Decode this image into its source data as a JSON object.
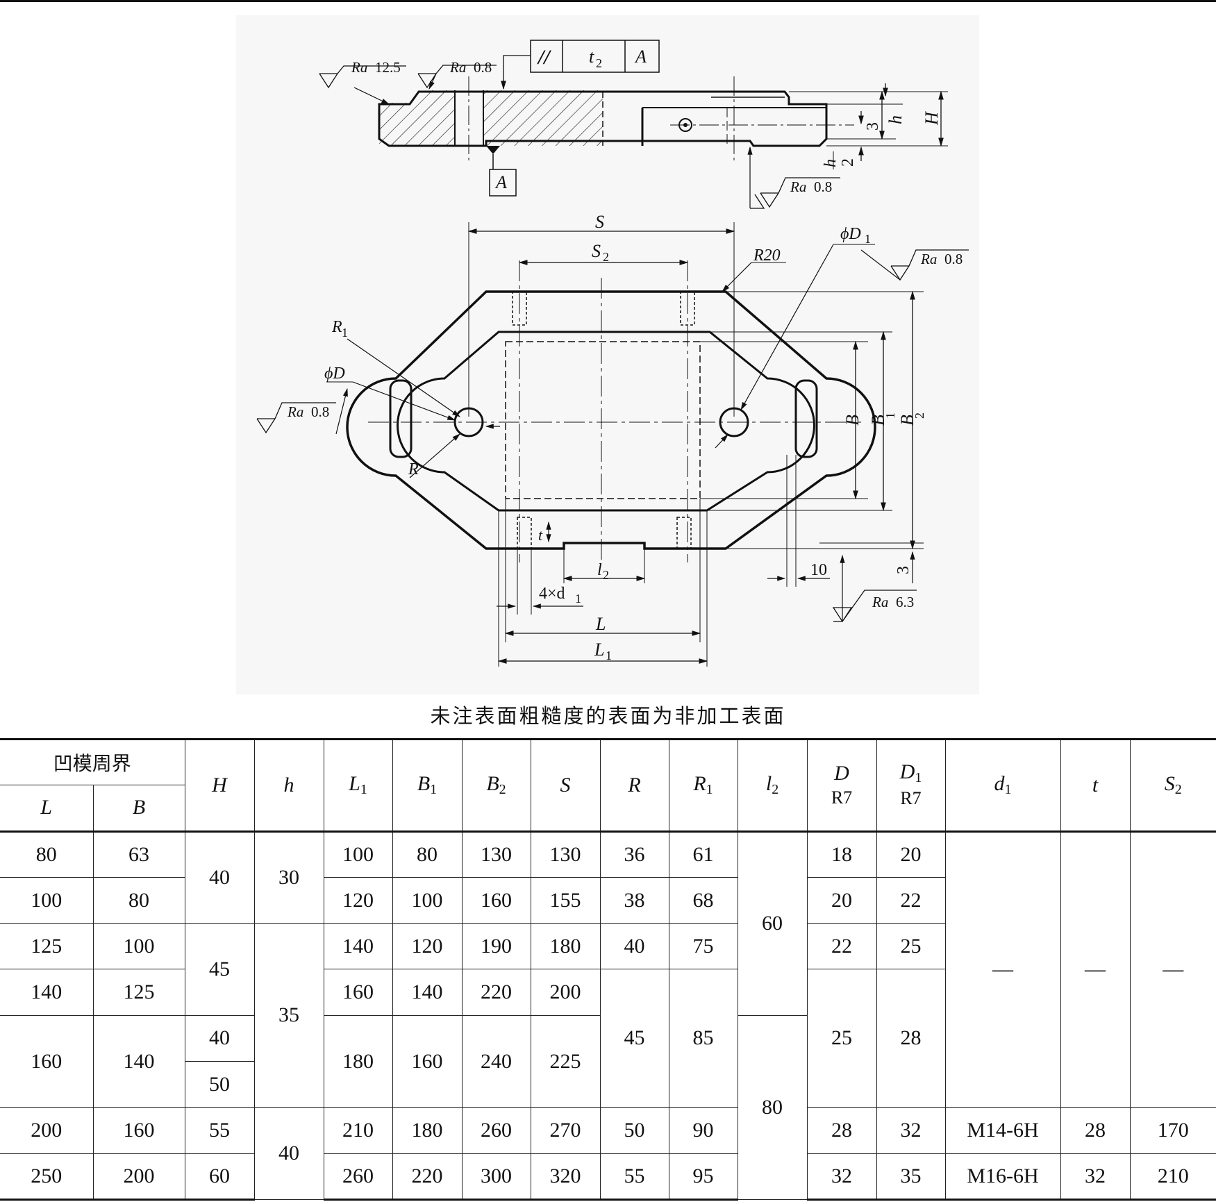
{
  "drawing": {
    "flatness_frame": {
      "symbol": "//",
      "tolerance": "t",
      "tolerance_sub": "2",
      "datum": "A"
    },
    "datum_label": "A",
    "roughness": {
      "top_left_1": {
        "prefix": "Ra",
        "value": "12.5"
      },
      "top_left_2": {
        "prefix": "Ra",
        "value": "0.8"
      },
      "bottom_right": {
        "prefix": "Ra",
        "value": "0.8"
      },
      "upper_right": {
        "prefix": "Ra",
        "value": "0.8"
      },
      "left_hole": {
        "prefix": "Ra",
        "value": "0.8"
      },
      "lower_right": {
        "prefix": "Ra",
        "value": "6.3"
      }
    },
    "section_dims": {
      "H": "H",
      "h": "h",
      "three": "3",
      "h_half_num": "h",
      "h_half_den": "2"
    },
    "plan_labels": {
      "S": "S",
      "S2": "S",
      "S2_sub": "2",
      "R20": "R20",
      "phiD1": "ϕD",
      "phiD1_sub": "1",
      "R1": "R",
      "R1_sub": "1",
      "phiD": "ϕD",
      "R": "R",
      "B": "B",
      "B1": "B",
      "B1_sub": "1",
      "B2": "B",
      "B2_sub": "2",
      "t": "t",
      "l2": "l",
      "l2_sub": "2",
      "d1": "4×d",
      "d1_sub": "1",
      "L": "L",
      "L1": "L",
      "L1_sub": "1",
      "ten": "10",
      "three": "3"
    }
  },
  "note": "未注表面粗糙度的表面为非加工表面",
  "table": {
    "group_header": "凹模周界",
    "headers": {
      "L": "L",
      "B": "B",
      "H": "H",
      "h": "h",
      "L1": "L",
      "L1_sub": "1",
      "B1": "B",
      "B1_sub": "1",
      "B2": "B",
      "B2_sub": "2",
      "S": "S",
      "R": "R",
      "R1": "R",
      "R1_sub": "1",
      "l2": "l",
      "l2_sub": "2",
      "D": "D",
      "D_fit": "R7",
      "D1": "D",
      "D1_sub": "1",
      "D1_fit": "R7",
      "d1": "d",
      "d1_sub": "1",
      "t": "t",
      "S2": "S",
      "S2_sub": "2"
    },
    "rows": [
      {
        "L": "80",
        "B": "63",
        "L1": "100",
        "B1": "80",
        "B2": "130",
        "S": "130",
        "D": "18",
        "D1": "20"
      },
      {
        "L": "100",
        "B": "80",
        "L1": "120",
        "B1": "100",
        "B2": "160",
        "S": "155",
        "D": "20",
        "D1": "22"
      },
      {
        "L": "125",
        "B": "100",
        "L1": "140",
        "B1": "120",
        "B2": "190",
        "S": "180",
        "D": "22",
        "D1": "25"
      },
      {
        "L": "140",
        "B": "125",
        "L1": "160",
        "B1": "140",
        "B2": "220",
        "S": "200"
      },
      {
        "L": "160",
        "B": "140",
        "L1": "180",
        "B1": "160",
        "B2": "240",
        "S": "225",
        "D": "25",
        "D1": "28"
      },
      {
        "L": "200",
        "B": "160",
        "L1": "210",
        "B1": "180",
        "B2": "260",
        "S": "270",
        "D": "28",
        "D1": "32"
      },
      {
        "L": "250",
        "B": "200",
        "L1": "260",
        "B1": "220",
        "B2": "300",
        "S": "320",
        "D": "32",
        "D1": "35"
      }
    ],
    "H_values": [
      "40",
      "45",
      "40",
      "50",
      "55",
      "60"
    ],
    "h_values": [
      "30",
      "35",
      "40"
    ],
    "R_values": [
      "36",
      "38",
      "40",
      "45",
      "50",
      "55"
    ],
    "R1_values": [
      "61",
      "68",
      "75",
      "85",
      "90",
      "95"
    ],
    "l2_values": [
      "60",
      "80"
    ],
    "d1_values": [
      "—",
      "M14-6H",
      "M16-6H"
    ],
    "t_values": [
      "—",
      "28",
      "32"
    ],
    "S2_values": [
      "—",
      "170",
      "210"
    ]
  }
}
